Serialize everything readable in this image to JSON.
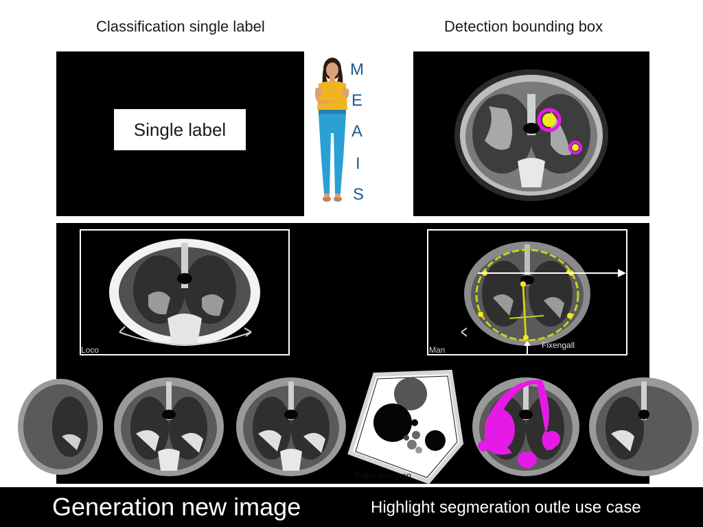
{
  "headings": {
    "left": "Classification single label",
    "right": "Detection bounding box"
  },
  "classification": {
    "box_label": "Single label"
  },
  "vertical_letters": [
    "M",
    "E",
    "A",
    "I",
    "S"
  ],
  "middle_panels": {
    "left_corner_label": "Loco",
    "right_corner_label": "Man",
    "pointer_label": "Fixengall"
  },
  "polygon_caption": "Trojer wev gran",
  "footer": {
    "left": "Generation new image",
    "right": "Highlight segmeration outle use case"
  },
  "colors": {
    "highlight_magenta": "#e61ae6",
    "highlight_yellow": "#f2ea1a",
    "outline_yellow": "#c8d21c",
    "letters": "#1f5a8a",
    "shirt": "#f0b41e",
    "jeans": "#2aa0d4"
  }
}
